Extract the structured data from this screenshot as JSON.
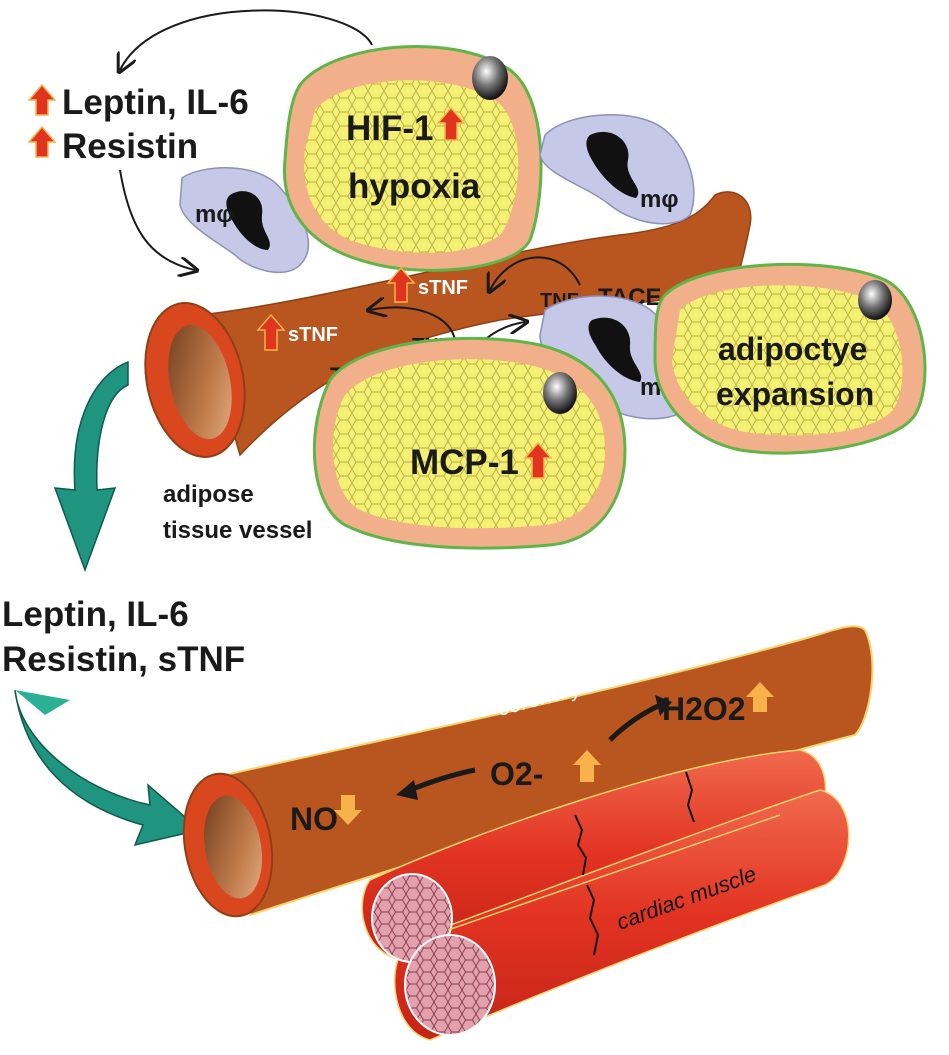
{
  "labels": {
    "leptin_il6_top": "Leptin, IL-6",
    "resistin_top": "Resistin",
    "hif1": "HIF-1",
    "hypoxia": "hypoxia",
    "macrophage": "mφ",
    "stnf": "sTNF",
    "tnf": "TNF",
    "tace": "TACE",
    "adipocyte_line1": "adipoctye",
    "adipocyte_line2": "expansion",
    "mcp1": "MCP-1",
    "vessel_line1": "adipose",
    "vessel_line2": "tissue vessel",
    "leptin_il6_bottom": "Leptin, IL-6",
    "resistin_stnf_bottom": "Resistin, sTNF",
    "coronary_arteriole": "coronary arteriole",
    "h2o2": "H2O2",
    "o2_minus": "O2-",
    "no": "NO",
    "cardiac_muscle": "cardiac muscle"
  },
  "colors": {
    "vessel": "#b9561f",
    "vessel_dark": "#8f3f14",
    "vessel_ring": "#d9471f",
    "fat_outer": "#f2b08a",
    "fat_border": "#5fb548",
    "fat_core": "#f4f073",
    "macrophage": "#c5c8e6",
    "muscle": "#e53a26",
    "muscle_core": "#d9899a",
    "teal_arrow": "#1f9580",
    "red_arrow": "#e0341f",
    "yellow_arrow": "#f7b34a"
  }
}
